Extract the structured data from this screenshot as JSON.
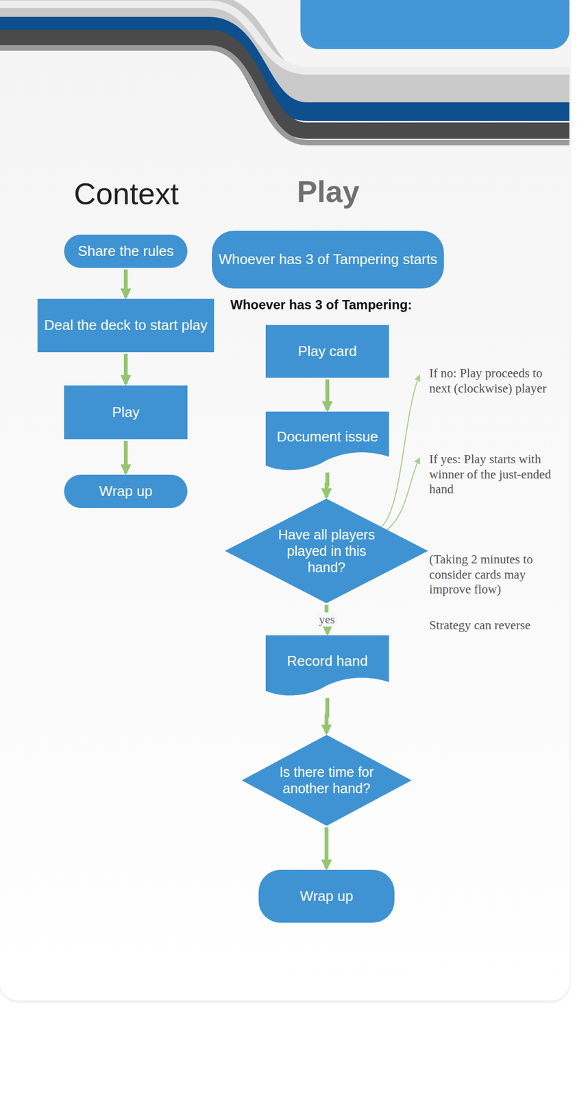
{
  "diagram": {
    "nodes": [
      {
        "text": [
          "Share the rules"
        ]
      },
      {
        "text": [
          "Deal the deck to start play"
        ]
      },
      {
        "text": [
          "Play"
        ]
      },
      {
        "text": [
          "Wrap up"
        ]
      },
      {
        "text": [
          "Whoever has 3 of Tampering starts"
        ]
      },
      {
        "text": [
          "Play card"
        ]
      },
      {
        "text": [
          "Document issue"
        ]
      },
      {
        "text": [
          "Have all players played in this hand?"
        ]
      },
      {
        "text": [
          "Record hand"
        ]
      },
      {
        "text": [
          "Is there time for another hand?"
        ]
      },
      {
        "text": [
          "Wrap up"
        ]
      }
    ],
    "edges": [
      {
        "from": 0,
        "to": 1,
        "arrow": "to"
      },
      {
        "from": 1,
        "to": 2,
        "arrow": "to"
      },
      {
        "from": 2,
        "to": 3,
        "arrow": "to"
      },
      {
        "from": 5,
        "to": 6,
        "arrow": "to"
      },
      {
        "from": 6,
        "to": 7,
        "arrow": "to"
      },
      {
        "from": 7,
        "to": 8,
        "label": "yes",
        "arrow": "to"
      },
      {
        "from": 8,
        "to": 9,
        "arrow": "to"
      },
      {
        "from": 9,
        "to": 10,
        "arrow": "to"
      }
    ],
    "labels": [
      "Context",
      "Play",
      "Whoever has 3 of Tampering:",
      "If no: Play proceeds to next (clockwise) player",
      "If yes: Play starts with winner of the just-ended hand",
      "(Taking 2 minutes to consider cards may improve flow)",
      "Strategy can reverse"
    ]
  }
}
